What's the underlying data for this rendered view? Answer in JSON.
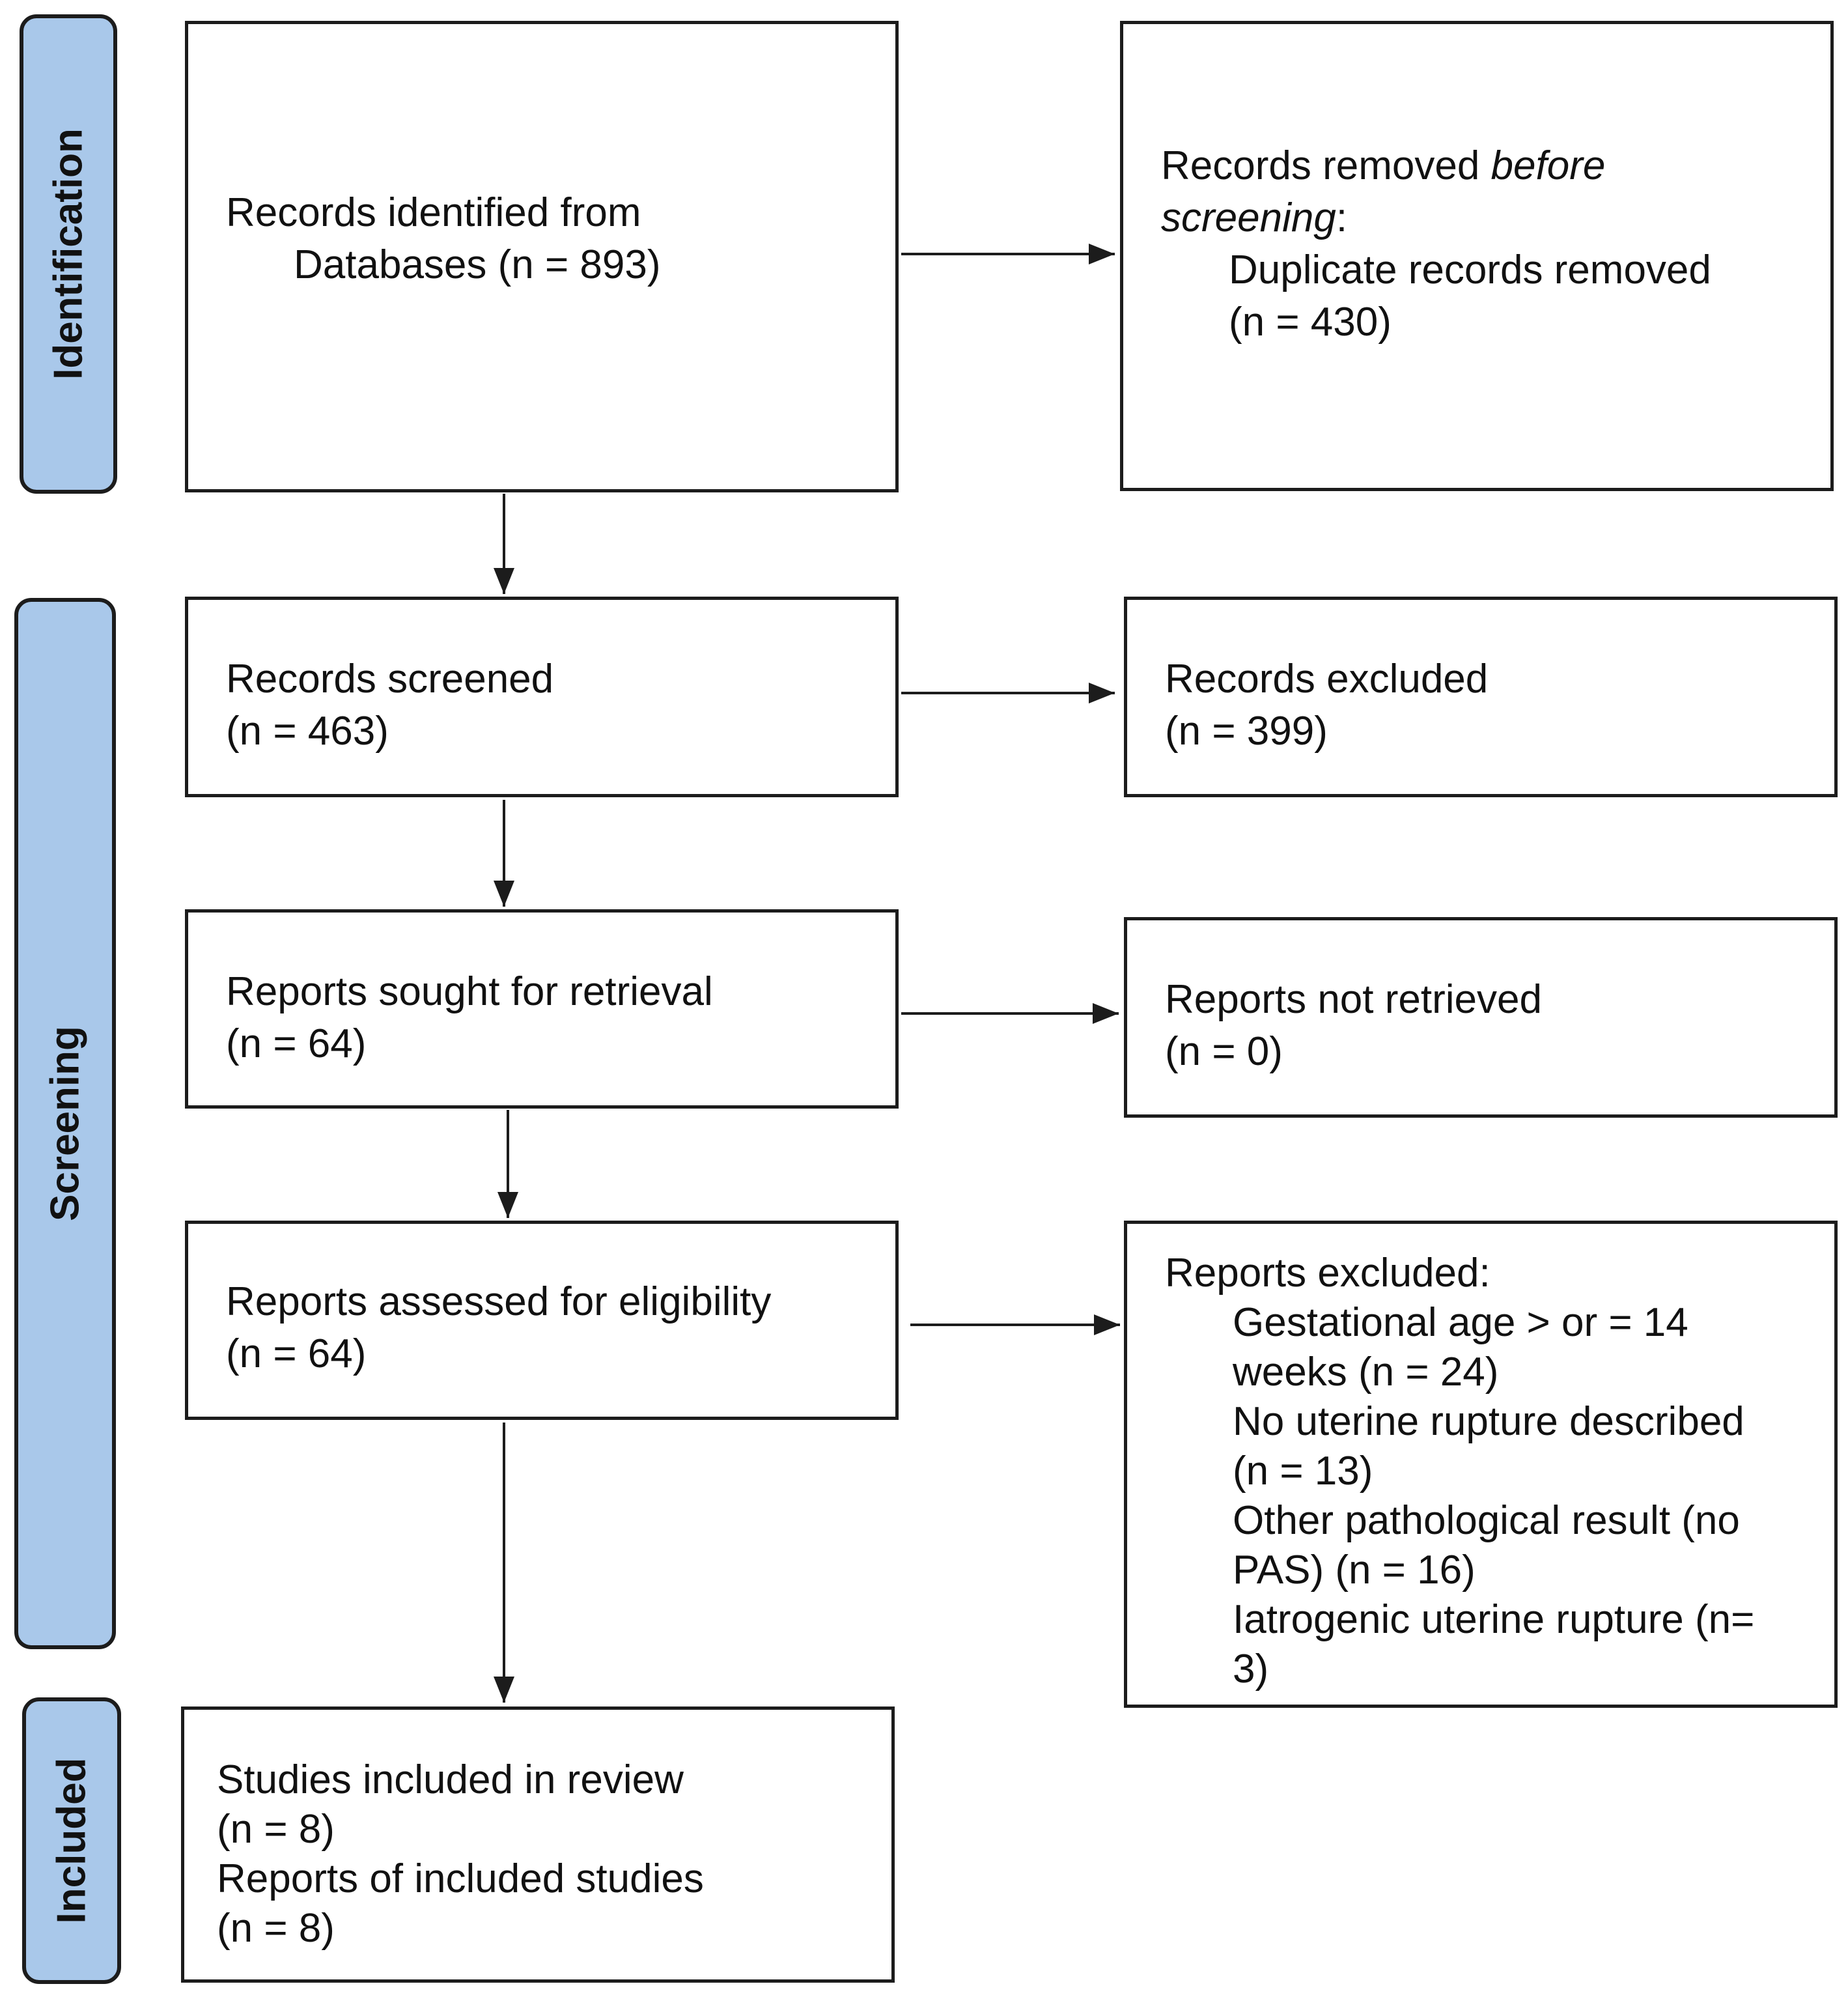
{
  "phases": {
    "identification": "Identification",
    "screening": "Screening",
    "included": "Included"
  },
  "boxes": {
    "identified": {
      "line1": "Records identified from",
      "line2": "Databases (n = 893)"
    },
    "removed": {
      "line1_a": "Records removed ",
      "line1_b": "before",
      "line2_a": "screening",
      "line2_b": ":",
      "line3": "Duplicate records removed",
      "line4": "(n = 430)"
    },
    "screened": {
      "line1": "Records screened",
      "line2": "(n = 463)"
    },
    "excluded": {
      "line1": "Records excluded",
      "line2": "(n = 399)"
    },
    "sought": {
      "line1": "Reports sought for retrieval",
      "line2": "(n = 64)"
    },
    "not_retrieved": {
      "line1": "Reports not retrieved",
      "line2": "(n = 0)"
    },
    "assessed": {
      "line1": "Reports assessed for eligibility",
      "line2": "(n = 64)"
    },
    "reports_excluded": {
      "title": "Reports excluded:",
      "lines": [
        "Gestational age > or = 14",
        "weeks (n = 24)",
        "No uterine rupture described",
        "(n = 13)",
        "Other pathological result (no",
        "PAS) (n = 16)",
        "Iatrogenic uterine rupture (n=",
        "3)"
      ]
    },
    "included": {
      "line1": "Studies included in review",
      "line2": "(n = 8)",
      "line3": "Reports of included studies",
      "line4": "(n = 8)"
    }
  }
}
